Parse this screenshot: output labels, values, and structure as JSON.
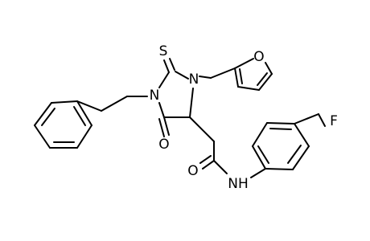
{
  "atoms": {
    "sulfur": "S",
    "ring_n1": "N",
    "ring_n3": "N",
    "furan_o": "O",
    "carbonyl_o_ring": "O",
    "amide_o": "O",
    "amide_nh": "NH",
    "fluorine": "F"
  }
}
